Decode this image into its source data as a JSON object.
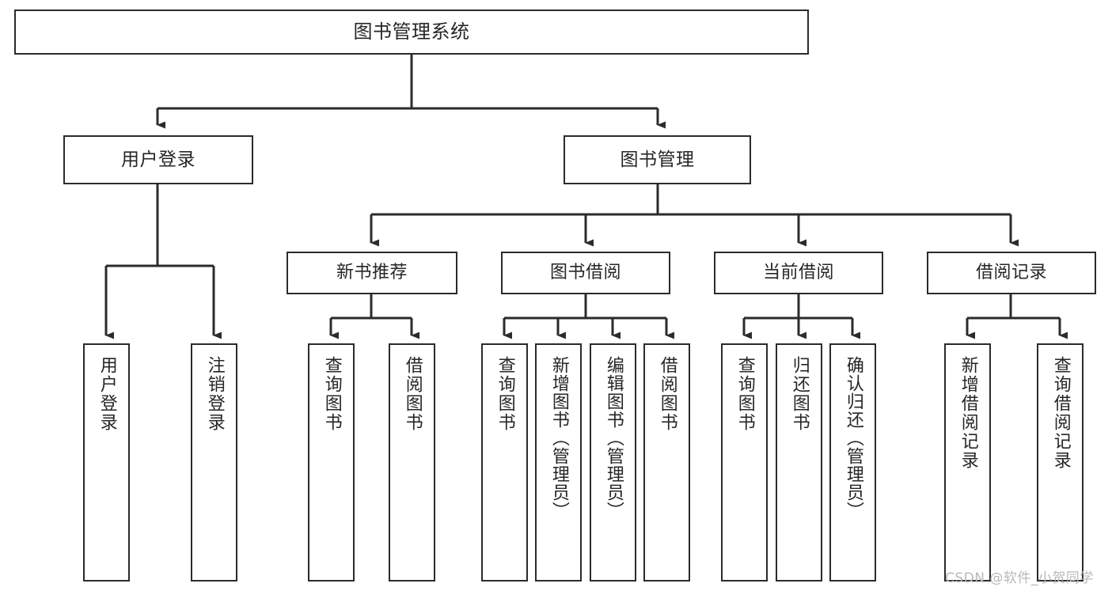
{
  "diagram": {
    "title": "图书管理系统",
    "type": "functional-structure-tree",
    "watermark": "CSDN @软件_小贺同学",
    "colors": {
      "stroke": "#2b2b2b",
      "background": "#ffffff",
      "text": "#262626",
      "watermark": "#b8b8b8"
    },
    "levels": {
      "root": {
        "label": "图书管理系统"
      },
      "level2": [
        {
          "label": "用户登录"
        },
        {
          "label": "图书管理"
        }
      ],
      "level3": [
        {
          "label": "新书推荐"
        },
        {
          "label": "图书借阅"
        },
        {
          "label": "当前借阅"
        },
        {
          "label": "借阅记录"
        }
      ],
      "leaves": {
        "user_login": [
          {
            "label": "用户登录"
          },
          {
            "label": "注销登录"
          }
        ],
        "new_book_recommend": [
          {
            "label": "查询图书"
          },
          {
            "label": "借阅图书"
          }
        ],
        "book_borrow": [
          {
            "label": "查询图书"
          },
          {
            "label": "新增图书（管理员）"
          },
          {
            "label": "编辑图书（管理员）"
          },
          {
            "label": "借阅图书"
          }
        ],
        "current_borrow": [
          {
            "label": "查询图书"
          },
          {
            "label": "归还图书"
          },
          {
            "label": "确认归还（管理员）"
          }
        ],
        "borrow_record": [
          {
            "label": "新增借阅记录"
          },
          {
            "label": "查询借阅记录"
          }
        ]
      }
    }
  }
}
